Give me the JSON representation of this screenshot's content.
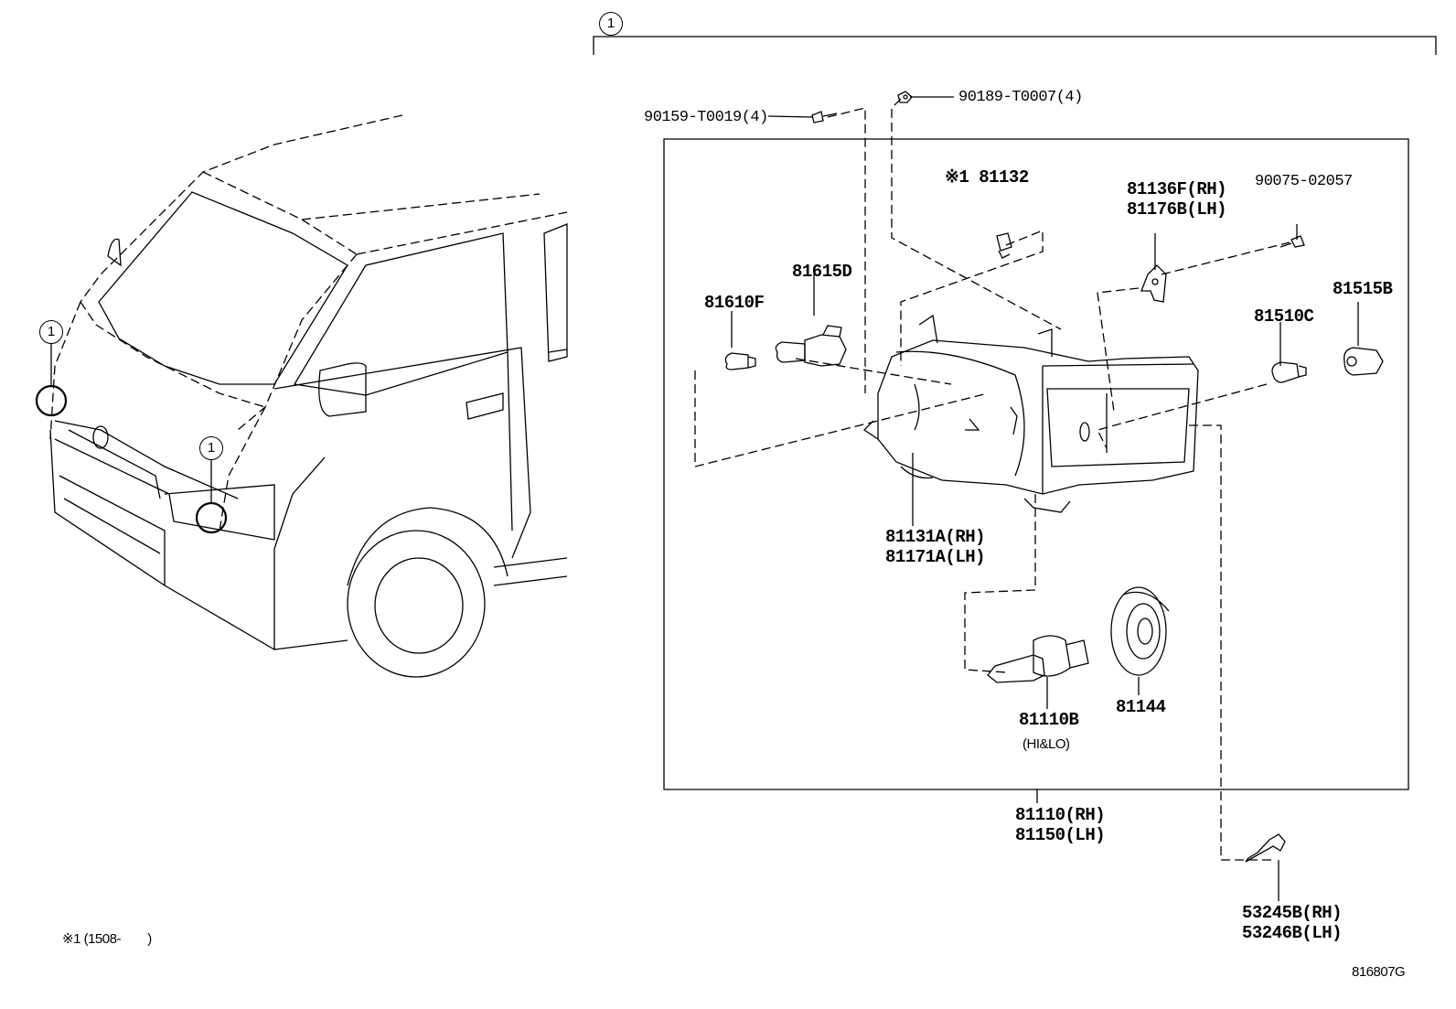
{
  "ref_marker": "1",
  "parts": {
    "screw_a": "90159-T0019(4)",
    "nut_a": "90189-T0007(4)",
    "note_part": "※1 81132",
    "bracket_1": "81136F(RH)",
    "bracket_2": "81176B(LH)",
    "screw_b": "90075-02057",
    "bulb_side": "81610F",
    "socket_side": "81615D",
    "bulb_turn": "81510C",
    "socket_turn": "81515B",
    "unit_1": "81131A(RH)",
    "unit_2": "81171A(LH)",
    "bulb_head": "81110B",
    "bulb_head_note": "(HI&LO)",
    "cover": "81144",
    "assy_1": "81110(RH)",
    "assy_2": "81150(LH)",
    "clip_1": "53245B(RH)",
    "clip_2": "53246B(LH)"
  },
  "footnote": "※1 (1508-        )",
  "diagram_id": "816807G"
}
